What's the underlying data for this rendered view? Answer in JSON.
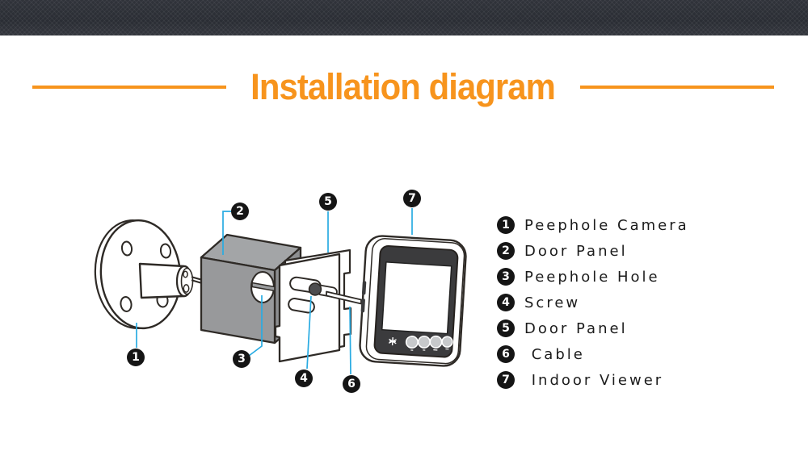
{
  "title": {
    "text": "Installation diagram",
    "color": "#F7941D"
  },
  "colors": {
    "accent_orange": "#F7941D",
    "leader_blue": "#29ABE2",
    "header_dark": "#2C2F36",
    "panel_gray_top": "#A3A5A7",
    "panel_gray_front": "#98999B",
    "panel_gray_side": "#8D8F91",
    "outline_dark": "#2E2A26",
    "bezel_dark": "#3B3B3D",
    "button_gray": "#C7C9CB"
  },
  "legend": {
    "items": [
      {
        "num": "1",
        "label": "Peephole Camera"
      },
      {
        "num": "2",
        "label": "Door Panel"
      },
      {
        "num": "3",
        "label": "Peephole Hole"
      },
      {
        "num": "4",
        "label": "Screw"
      },
      {
        "num": "5",
        "label": "Door Panel"
      },
      {
        "num": "6",
        "label": " Cable"
      },
      {
        "num": "7",
        "label": " Indoor Viewer"
      }
    ]
  }
}
